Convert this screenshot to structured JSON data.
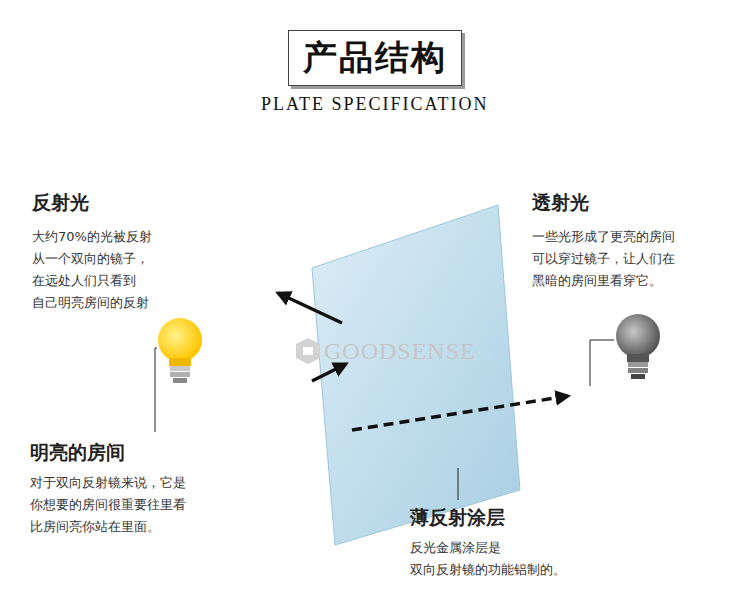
{
  "diagram": {
    "title": "产品结构",
    "labels": [
      "PLATE SPECIFICATION",
      "反射光",
      "大约70%的光被反射 从一个双向的镜子， 在远处人们只看到 自己明亮房间的反射",
      "透射光",
      "一些光形成了更亮的房间 可以穿过镜子，让人们在 黑暗的房间里看穿它。",
      "明亮的房间",
      "对于双向反射镜来说，它是 你想要的房间很重要往里看 比房间亮你站在里面。",
      "薄反射涂层",
      "反光金属涂层是 双向反射镜的功能铝制的。",
      "GOODSENSE"
    ]
  }
}
